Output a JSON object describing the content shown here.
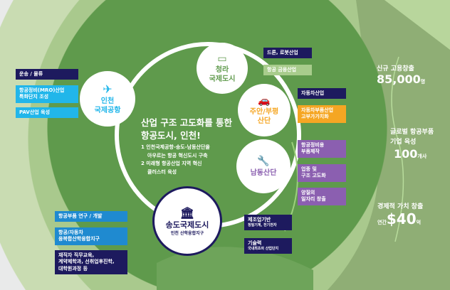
{
  "title": {
    "line1": "산업 구조 고도화를 통한",
    "line2": "항공도시, 인천!"
  },
  "goals": [
    "1 인천국제공항-송도-남동산단을",
    "아우르는 항공 혁신도시 구축",
    "2 미래형 항공산업 지역 혁신",
    "클러스터 육성"
  ],
  "nodes": {
    "incheon": {
      "l1": "인천",
      "l2": "국제공항",
      "icon": "airplane-icon"
    },
    "cheongra": {
      "l1": "청라",
      "l2": "국제도시",
      "icon": "laptop-icon"
    },
    "juan": {
      "l1": "주안/부평",
      "l2": "산단",
      "icon": "car-icon"
    },
    "namdong": {
      "l1": "남동산단",
      "icon": "wrench-icon"
    },
    "songdo": {
      "l1": "송도국제도시",
      "l2": "인천 산학융합지구",
      "icon": "building-icon"
    }
  },
  "boxes": {
    "incheon": [
      "운송 / 물류",
      "항공정비(MRO)산업",
      "특화단지 조성",
      "PAV산업 육성"
    ],
    "cheongra": [
      "드론, 로봇산업",
      "항공 금융산업"
    ],
    "juan": [
      "자동차산업",
      "자동차부품산업",
      "고부가가치화"
    ],
    "namdong": [
      "항공정비용",
      "부품제작",
      "업종 및",
      "구조 고도화",
      "양질의",
      "일자리 창출"
    ],
    "namdong_bottom": [
      "제조업기반",
      "정밀기계, 전기전자",
      "기술력",
      "국내최초의 산업단지"
    ],
    "songdo": [
      "항공부품 연구 / 개발",
      "항공/자동차",
      "융복합산학융합지구",
      "재직자 직무교육,",
      "계약제학과, 선취업후진학,",
      "대학원과정 등"
    ]
  },
  "stats": [
    {
      "label": "신규 고용창출",
      "value": "85,000",
      "unit": "명"
    },
    {
      "label1": "글로벌 항공부품",
      "label2": "기업 육성",
      "value": "100",
      "unit": "개사"
    },
    {
      "label": "경제적 가치 창출",
      "prefix": "연간",
      "value": "$40",
      "unit": "억"
    }
  ],
  "colors": {
    "navy": "#1d1a5e",
    "cyan": "#21b6ea",
    "orange": "#f5a623",
    "purple": "#8b5fb0",
    "green": "#5e9a4a"
  }
}
